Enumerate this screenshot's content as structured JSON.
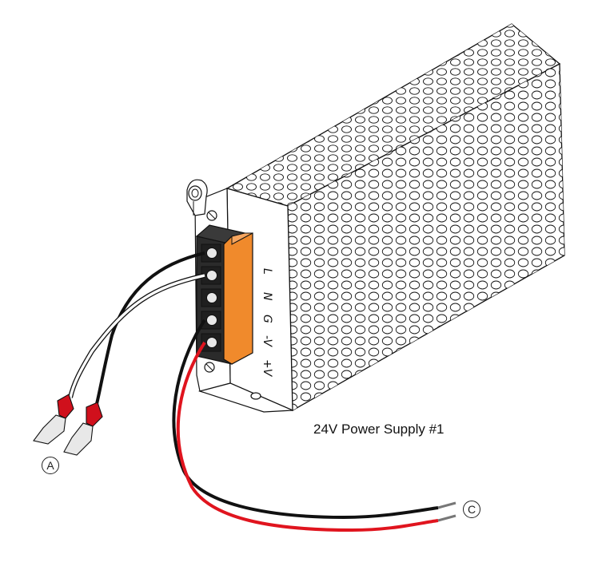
{
  "diagram": {
    "caption": "24V Power Supply #1",
    "callouts": {
      "a": "A",
      "c": "C"
    },
    "terminals": [
      "L",
      "N",
      "G",
      "-V",
      "+V"
    ],
    "colors": {
      "terminal_cover": "#f08a2c",
      "wire_red": "#e0141e",
      "wire_black": "#111111",
      "wire_white": "#ffffff",
      "insulator_red": "#d0101c"
    }
  }
}
